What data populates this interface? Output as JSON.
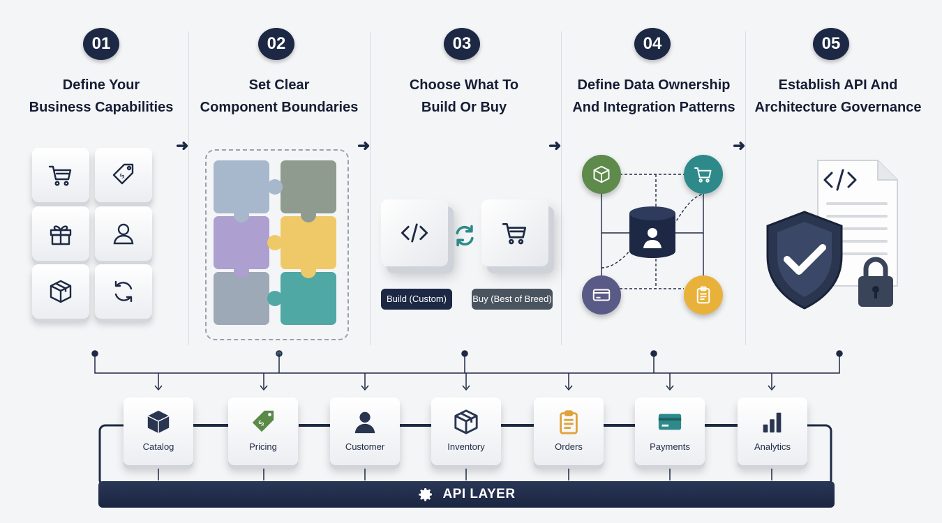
{
  "steps": [
    {
      "number": "01",
      "title_line1": "Define Your",
      "title_line2": "Business Capabilities"
    },
    {
      "number": "02",
      "title_line1": "Set Clear",
      "title_line2": "Component Boundaries"
    },
    {
      "number": "03",
      "title_line1": "Choose What To",
      "title_line2": "Build Or Buy"
    },
    {
      "number": "04",
      "title_line1": "Define Data Ownership",
      "title_line2": "And Integration Patterns"
    },
    {
      "number": "05",
      "title_line1": "Establish API And",
      "title_line2": "Architecture Governance"
    }
  ],
  "step1_icons": [
    "cart-icon",
    "price-tag-icon",
    "gift-icon",
    "user-icon",
    "package-icon",
    "sync-icon"
  ],
  "step2_puzzle_colors": [
    "#a7b8cc",
    "#8f9b8f",
    "#ad9fd0",
    "#efc968",
    "#9ea9b7",
    "#4fa8a4"
  ],
  "build_or_buy": {
    "build_label": "Build (Custom)",
    "buy_label": "Buy (Best of Breed)",
    "build_icon": "code-icon",
    "buy_icon": "cart-icon",
    "swap_icon": "swap-arrows-icon"
  },
  "data_ownership": {
    "center_icon": "database-user-icon",
    "nodes": [
      {
        "icon": "package-icon",
        "color": "#5e8a4c"
      },
      {
        "icon": "cart-icon",
        "color": "#2e8a8a"
      },
      {
        "icon": "card-icon",
        "color": "#5a5a86"
      },
      {
        "icon": "clipboard-icon",
        "color": "#e8b23a"
      }
    ]
  },
  "governance": {
    "document_icon": "code-document-icon",
    "shield_icon": "shield-check-icon",
    "lock_icon": "padlock-icon"
  },
  "modules": [
    {
      "label": "Catalog",
      "icon": "box-icon",
      "color": "#2a3550"
    },
    {
      "label": "Pricing",
      "icon": "price-tag-icon",
      "color": "#5a8a48"
    },
    {
      "label": "Customer",
      "icon": "customer-icon",
      "color": "#2a3550"
    },
    {
      "label": "Inventory",
      "icon": "inventory-icon",
      "color": "#2a3550"
    },
    {
      "label": "Orders",
      "icon": "clipboard-icon",
      "color": "#e0a23a"
    },
    {
      "label": "Payments",
      "icon": "card-icon",
      "color": "#2e8a8a"
    },
    {
      "label": "Analytics",
      "icon": "bar-chart-icon",
      "color": "#2a3550"
    }
  ],
  "api_layer": {
    "label": "API LAYER",
    "icon": "gear-icon"
  },
  "colors": {
    "navy": "#1c2844",
    "teal": "#2e8a8a",
    "green": "#5e8a4c",
    "amber": "#e8b23a",
    "purple": "#5a5a86"
  }
}
